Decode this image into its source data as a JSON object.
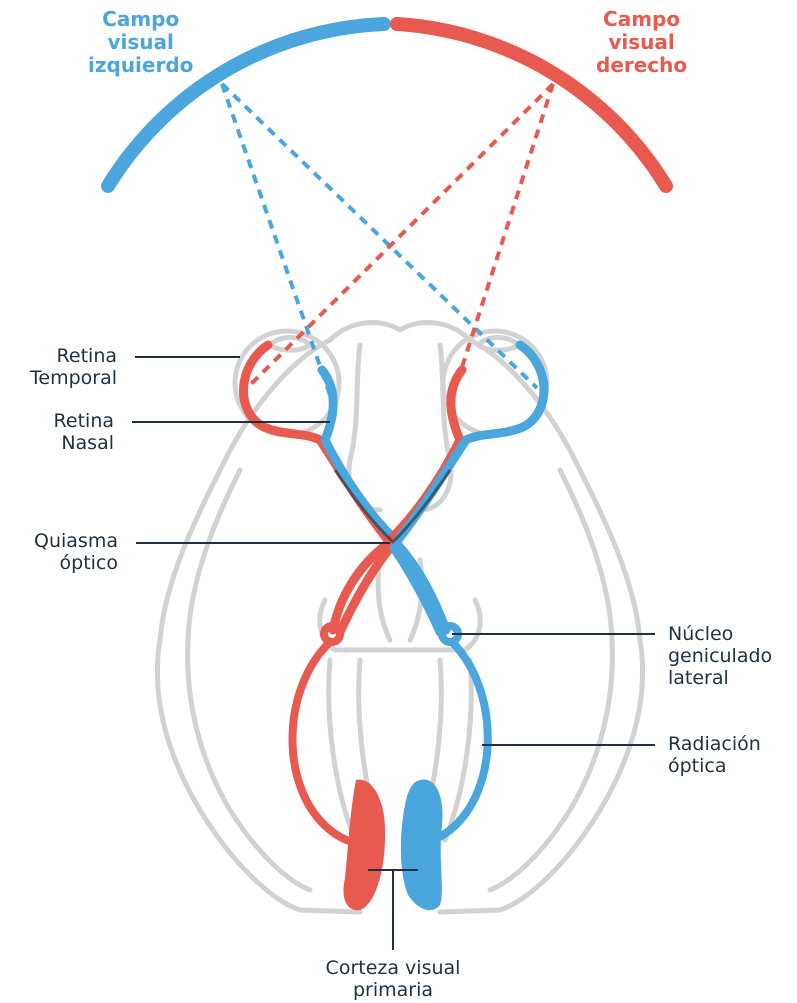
{
  "colors": {
    "left_field": "#4aa6dd",
    "right_field": "#e85a4f",
    "brain_outline": "#cfcfcf",
    "label_text": "#1f3140",
    "leader_line": "#1f3140"
  },
  "fields": {
    "left": {
      "lines": [
        "Campo",
        "visual",
        "izquierdo"
      ]
    },
    "right": {
      "lines": [
        "Campo",
        "visual",
        "derecho"
      ]
    }
  },
  "labels": {
    "retina_temporal": [
      "Retina",
      "Temporal"
    ],
    "retina_nasal": [
      "Retina",
      "Nasal"
    ],
    "quiasma": [
      "Quiasma",
      "óptico"
    ],
    "nucleo": [
      "Núcleo",
      "geniculado",
      "lateral"
    ],
    "radiacion": [
      "Radiación",
      "óptica"
    ],
    "corteza": [
      "Corteza visual",
      "primaria"
    ]
  }
}
